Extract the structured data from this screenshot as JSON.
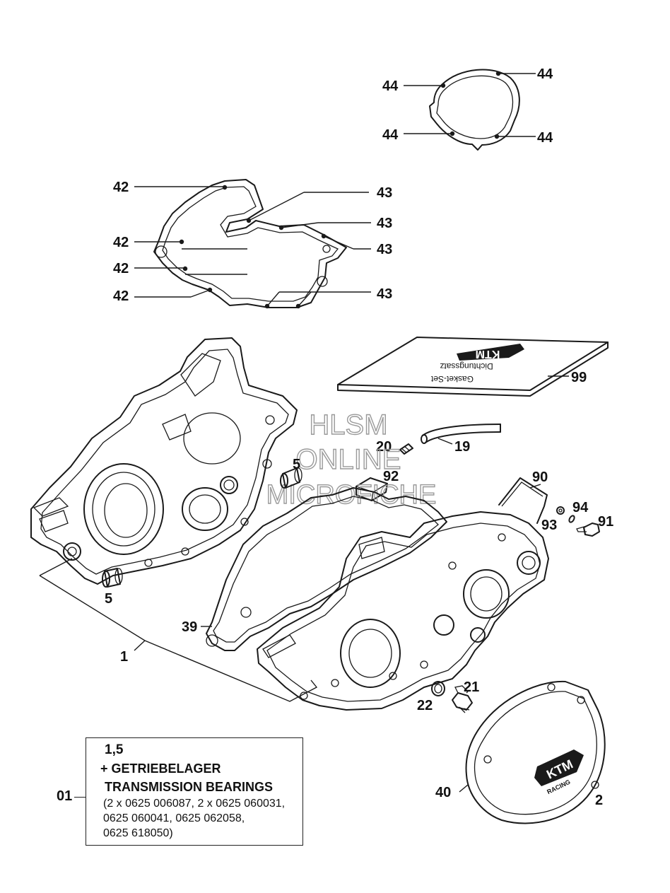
{
  "watermark": {
    "line1": "HLSM",
    "line2": "ONLINE",
    "line3": "MICROFICHE"
  },
  "callouts": {
    "p44a": "44",
    "p44b": "44",
    "p44c": "44",
    "p44d": "44",
    "p42a": "42",
    "p42b": "42",
    "p42c": "42",
    "p42d": "42",
    "p43a": "43",
    "p43b": "43",
    "p43c": "43",
    "p43d": "43",
    "p99": "99",
    "p19": "19",
    "p20": "20",
    "p92": "92",
    "p90": "90",
    "p94": "94",
    "p93": "93",
    "p91": "91",
    "p5a": "5",
    "p5b": "5",
    "p1": "1",
    "p39": "39",
    "p21": "21",
    "p22": "22",
    "p40": "40",
    "p2": "2"
  },
  "gasket_set": {
    "line1": "Dichtungssatz",
    "line2": "Gasket-Set"
  },
  "cover_logo": {
    "brand": "KTM",
    "sub": "RACING"
  },
  "legend": {
    "ref": "01",
    "parts": "1,5",
    "title_de": "+ GETRIEBELAGER",
    "title_en": "TRANSMISSION BEARINGS",
    "numbers": [
      "(2 x 0625 006087, 2 x 0625 060031,",
      "0625 060041, 0625 062058,",
      "0625 618050)"
    ]
  }
}
